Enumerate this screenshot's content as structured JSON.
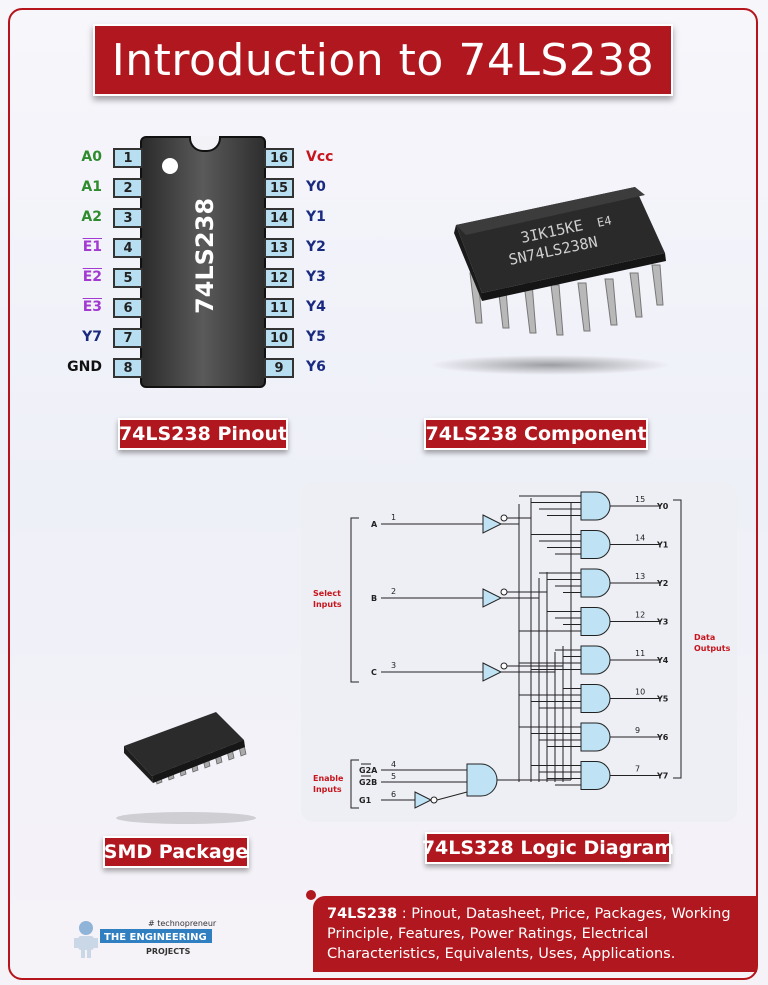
{
  "title": "Introduction to 74LS238",
  "pinout": {
    "chip_label": "74LS238",
    "left_pins": [
      {
        "num": "1",
        "label": "A0",
        "color": "#2e8b2e"
      },
      {
        "num": "2",
        "label": "A1",
        "color": "#2e8b2e"
      },
      {
        "num": "3",
        "label": "A2",
        "color": "#2e8b2e"
      },
      {
        "num": "4",
        "label": "E1",
        "color": "#a23ad1",
        "overbar": true
      },
      {
        "num": "5",
        "label": "E2",
        "color": "#a23ad1",
        "overbar": true
      },
      {
        "num": "6",
        "label": "E3",
        "color": "#a23ad1",
        "overbar": true
      },
      {
        "num": "7",
        "label": "Y7",
        "color": "#1a2a80"
      },
      {
        "num": "8",
        "label": "GND",
        "color": "#111111"
      }
    ],
    "right_pins": [
      {
        "num": "16",
        "label": "Vcc",
        "color": "#c8141c"
      },
      {
        "num": "15",
        "label": "Y0",
        "color": "#1a2a80"
      },
      {
        "num": "14",
        "label": "Y1",
        "color": "#1a2a80"
      },
      {
        "num": "13",
        "label": "Y2",
        "color": "#1a2a80"
      },
      {
        "num": "12",
        "label": "Y3",
        "color": "#1a2a80"
      },
      {
        "num": "11",
        "label": "Y4",
        "color": "#1a2a80"
      },
      {
        "num": "10",
        "label": "Y5",
        "color": "#1a2a80"
      },
      {
        "num": "9",
        "label": "Y6",
        "color": "#1a2a80"
      }
    ]
  },
  "component": {
    "line1": "3IK15KE",
    "line1b": "E4",
    "line2": "SN74LS238N"
  },
  "captions": {
    "pinout": "74LS238 Pinout",
    "component": "74LS238 Component",
    "smd": "SMD Package",
    "logic": "74LS328 Logic Diagram"
  },
  "logic": {
    "select_label": [
      "Select",
      "Inputs"
    ],
    "enable_label": [
      "Enable",
      "Inputs"
    ],
    "data_label": [
      "Data",
      "Outputs"
    ],
    "select_inputs": [
      {
        "name": "A",
        "pin": "1"
      },
      {
        "name": "B",
        "pin": "2"
      },
      {
        "name": "C",
        "pin": "3"
      }
    ],
    "enable_inputs": [
      {
        "name": "G2A",
        "pin": "4"
      },
      {
        "name": "G2B",
        "pin": "5"
      },
      {
        "name": "G1",
        "pin": "6"
      }
    ],
    "outputs": [
      {
        "pin": "15",
        "name": "Y0"
      },
      {
        "pin": "14",
        "name": "Y1"
      },
      {
        "pin": "13",
        "name": "Y2"
      },
      {
        "pin": "12",
        "name": "Y3"
      },
      {
        "pin": "11",
        "name": "Y4"
      },
      {
        "pin": "10",
        "name": "Y5"
      },
      {
        "pin": "9",
        "name": "Y6"
      },
      {
        "pin": "7",
        "name": "Y7"
      }
    ]
  },
  "info": {
    "bold": "74LS238",
    "text": " : Pinout, Datasheet, Price, Packages, Working Principle, Features, Power Ratings, Electrical Characteristics, Equivalents, Uses, Applications."
  },
  "logo": {
    "tag": "# technopreneur",
    "line1": "THE ENGINEERING",
    "line2": "PROJECTS"
  },
  "colors": {
    "accent": "#b0171e",
    "pin_fill": "#b7dff1",
    "gate_fill": "#bfe3f4"
  }
}
